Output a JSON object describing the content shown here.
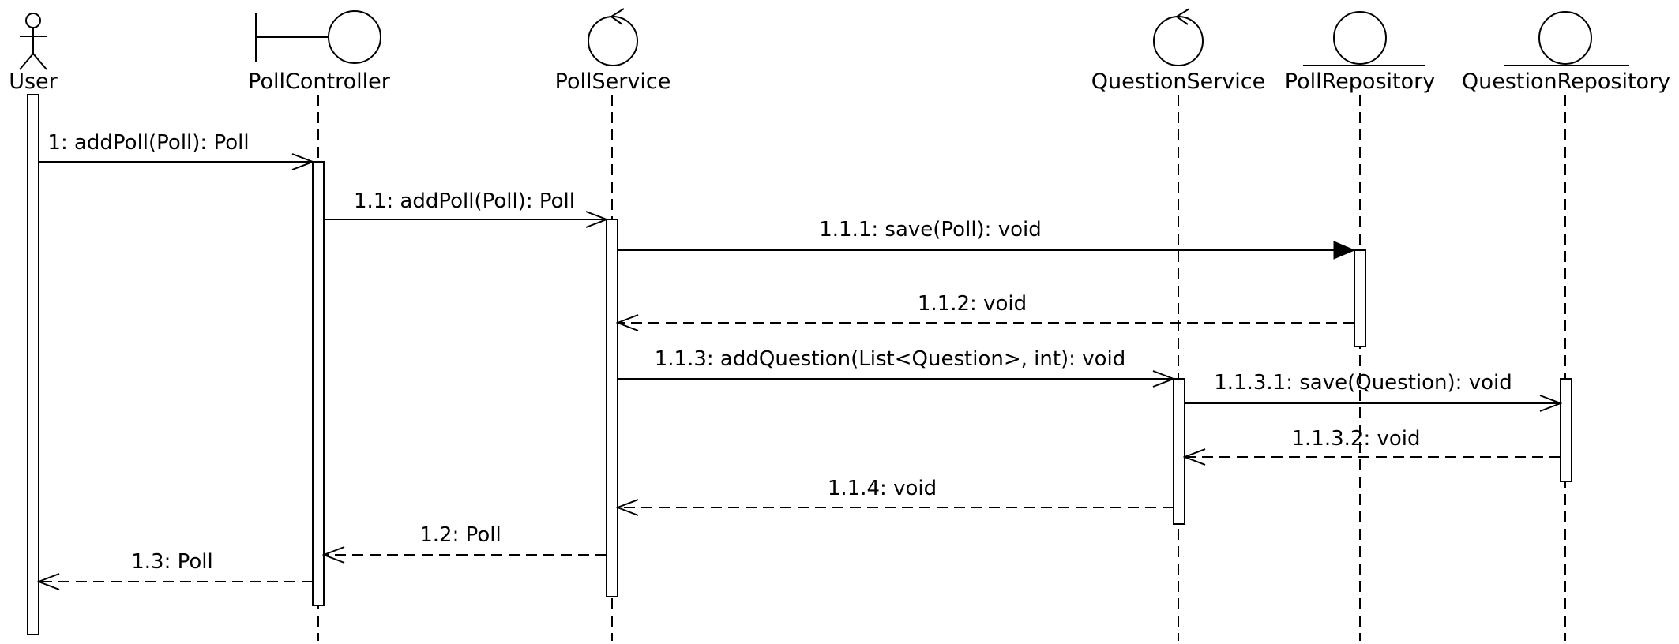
{
  "participants": [
    {
      "id": "user",
      "name": "User",
      "kind": "actor"
    },
    {
      "id": "pollController",
      "name": "PollController",
      "kind": "boundary"
    },
    {
      "id": "pollService",
      "name": "PollService",
      "kind": "control"
    },
    {
      "id": "questionService",
      "name": "QuestionService",
      "kind": "control"
    },
    {
      "id": "pollRepository",
      "name": "PollRepository",
      "kind": "entity"
    },
    {
      "id": "questionRepository",
      "name": "QuestionRepository",
      "kind": "entity"
    }
  ],
  "messages": [
    {
      "label": "1: addPoll(Poll): Poll",
      "from": "user",
      "to": "pollController",
      "type": "call"
    },
    {
      "label": "1.1: addPoll(Poll): Poll",
      "from": "pollController",
      "to": "pollService",
      "type": "call"
    },
    {
      "label": "1.1.1: save(Poll): void",
      "from": "pollService",
      "to": "pollRepository",
      "type": "sync"
    },
    {
      "label": "1.1.2: void",
      "from": "pollRepository",
      "to": "pollService",
      "type": "return"
    },
    {
      "label": "1.1.3: addQuestion(List<Question>, int): void",
      "from": "pollService",
      "to": "questionService",
      "type": "call"
    },
    {
      "label": "1.1.3.1: save(Question): void",
      "from": "questionService",
      "to": "questionRepository",
      "type": "call"
    },
    {
      "label": "1.1.3.2: void",
      "from": "questionRepository",
      "to": "questionService",
      "type": "return"
    },
    {
      "label": "1.1.4: void",
      "from": "questionService",
      "to": "pollService",
      "type": "return"
    },
    {
      "label": "1.2: Poll",
      "from": "pollService",
      "to": "pollController",
      "type": "return"
    },
    {
      "label": "1.3: Poll",
      "from": "pollController",
      "to": "user",
      "type": "return"
    }
  ]
}
